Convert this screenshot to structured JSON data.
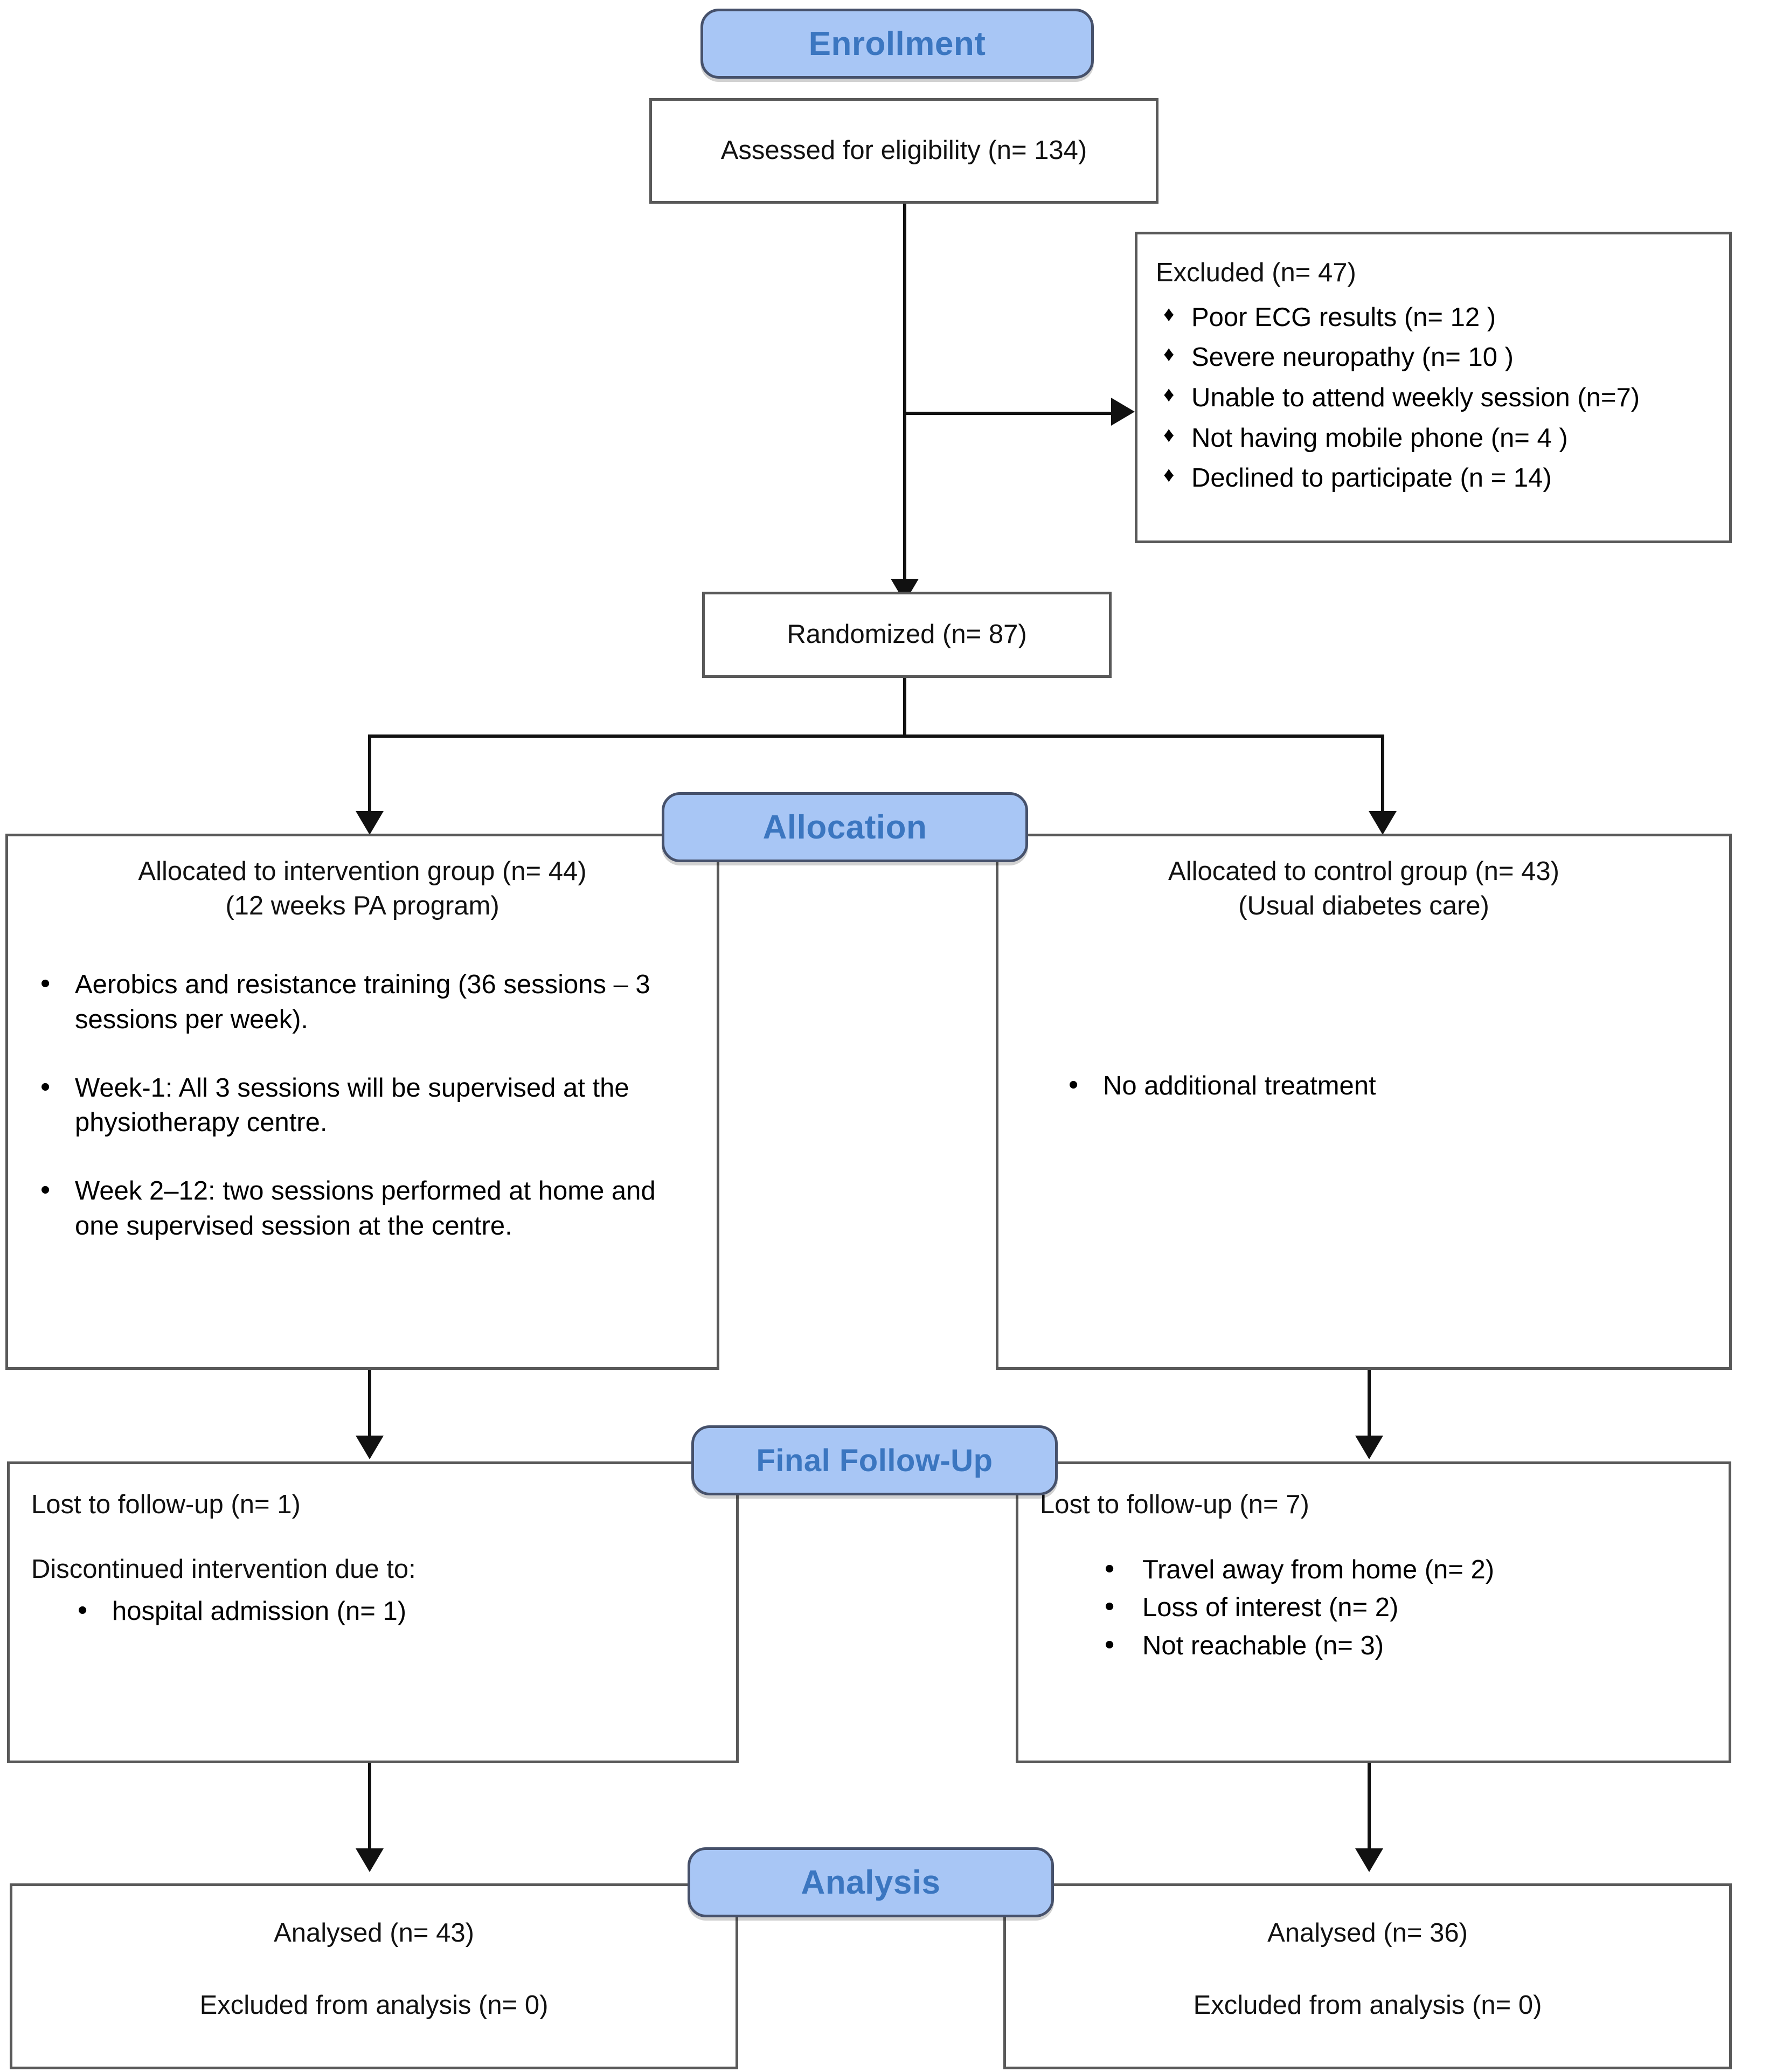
{
  "diagram": {
    "title": "CONSORT participant flow diagram",
    "accent_blue": "#a8c6f5",
    "accent_text": "#3b76c0",
    "border_color": "#595959",
    "bullet_round": "•",
    "bullet_diamond": "♦"
  },
  "stages": {
    "enrollment": "Enrollment",
    "allocation": "Allocation",
    "final_follow_up": "Final Follow-Up",
    "analysis": "Analysis"
  },
  "enrollment": {
    "assessed": "Assessed for eligibility (n= 134)",
    "excluded_title": "Excluded (n= 47)",
    "excluded_reasons": [
      "Poor ECG results (n= 12 )",
      "Severe neuropathy (n= 10 )",
      "Unable to attend weekly session (n=7)",
      "Not having mobile phone (n= 4 )",
      "Declined to participate (n = 14)"
    ],
    "randomized": "Randomized (n= 87)"
  },
  "allocation": {
    "intervention": {
      "heading_line1": "Allocated to intervention group (n= 44)",
      "heading_line2": "(12 weeks PA program)",
      "bullets": [
        "Aerobics and resistance training (36 sessions – 3 sessions per week).",
        "Week-1: All 3 sessions will be supervised at the physiotherapy centre.",
        "Week 2–12: two sessions performed at home and one supervised session at the centre."
      ]
    },
    "control": {
      "heading_line1": "Allocated to control group (n= 43)",
      "heading_line2": "(Usual diabetes care)",
      "bullets": [
        "No additional treatment"
      ]
    }
  },
  "follow_up": {
    "intervention": {
      "lost": "Lost to follow-up (n= 1)",
      "discontinued_title": "Discontinued intervention due to:",
      "discontinued_reasons": [
        "hospital admission (n= 1)"
      ]
    },
    "control": {
      "lost": "Lost to follow-up (n= 7)",
      "reasons": [
        "Travel away from home (n= 2)",
        "Loss of interest (n= 2)",
        "Not reachable (n= 3)"
      ]
    }
  },
  "analysis": {
    "intervention": {
      "analysed": "Analysed (n= 43)",
      "excluded": "Excluded from analysis (n= 0)"
    },
    "control": {
      "analysed": "Analysed (n= 36)",
      "excluded": "Excluded from analysis (n= 0)"
    }
  }
}
